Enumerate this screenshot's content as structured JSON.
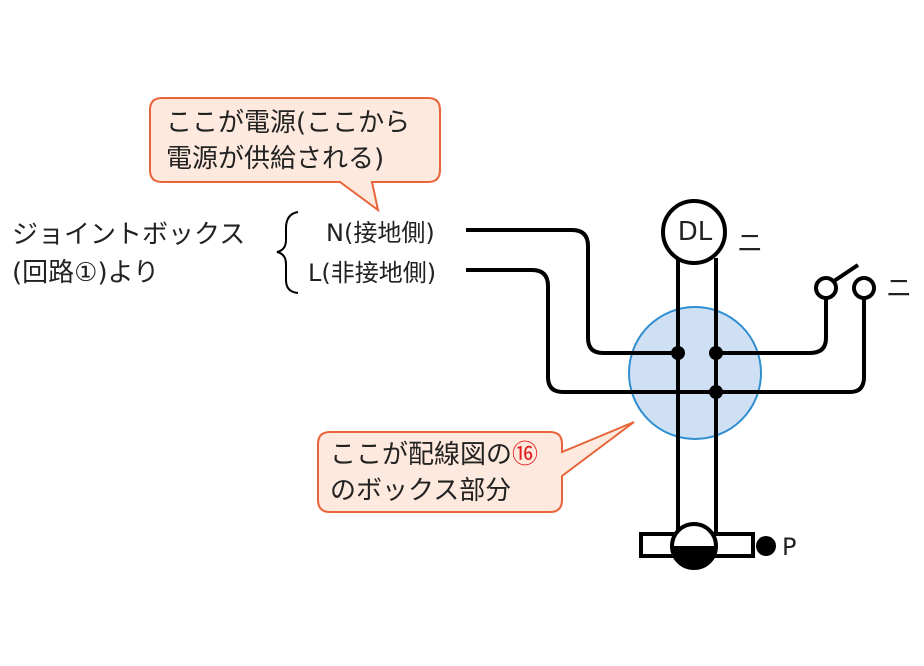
{
  "callout_top": {
    "line1": "ここが電源(ここから",
    "line2": "電源が供給される)"
  },
  "callout_bottom": {
    "line1_prefix": "ここが配線図の",
    "line1_number": "⑯",
    "line2": "のボックス部分"
  },
  "source_label": {
    "line1": "ジョイントボックス",
    "line2": "(回路①)より"
  },
  "wires": {
    "n_label": "N(接地側)",
    "l_label": "L(非接地側)"
  },
  "fixtures": {
    "downlight": "DL",
    "downlight_mark": "ニ",
    "switch_mark": "ニ",
    "outlet_mark": "P"
  },
  "colors": {
    "callout_fill": "#fde9dd",
    "callout_border": "#e8643a",
    "box_fill": "#cfe0f5",
    "box_border": "#2f8fd0",
    "wire": "#000000"
  }
}
